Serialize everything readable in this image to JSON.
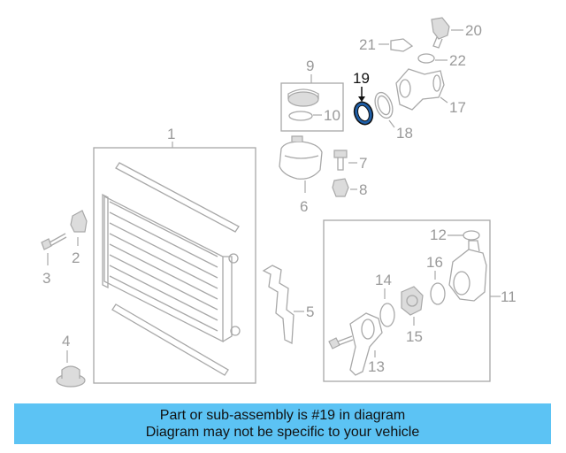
{
  "labels": {
    "l1": "1",
    "l2": "2",
    "l3": "3",
    "l4": "4",
    "l5": "5",
    "l6": "6",
    "l7": "7",
    "l8": "8",
    "l9": "9",
    "l10": "10",
    "l11": "11",
    "l12": "12",
    "l13": "13",
    "l14": "14",
    "l15": "15",
    "l16": "16",
    "l17": "17",
    "l18": "18",
    "l19": "19",
    "l20": "20",
    "l21": "21",
    "l22": "22"
  },
  "highlight": {
    "part": "19",
    "color": "#1f5fa8"
  },
  "banner": {
    "line1": "Part or sub-assembly is #19 in diagram",
    "line2": "Diagram may not be specific to your vehicle",
    "color": "#5cc3f4"
  }
}
